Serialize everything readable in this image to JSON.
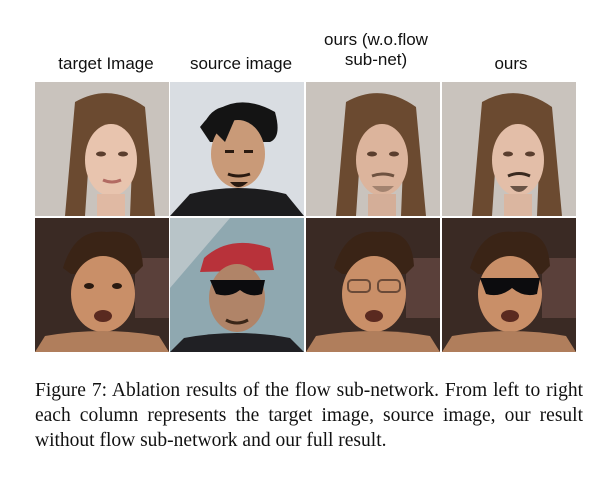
{
  "columns": [
    {
      "label": "target Image"
    },
    {
      "label": "source image"
    },
    {
      "label": "ours (w.o.flow\nsub-net)"
    },
    {
      "label": "ours"
    }
  ],
  "rows": [
    {
      "cells": [
        {
          "description": "woman face target"
        },
        {
          "description": "man with black hair source"
        },
        {
          "description": "woman face with beard w.o. flow"
        },
        {
          "description": "woman face with beard full"
        }
      ]
    },
    {
      "cells": [
        {
          "description": "smiling man target"
        },
        {
          "description": "man with sunglasses and red cap source"
        },
        {
          "description": "smiling man with faint glasses w.o. flow"
        },
        {
          "description": "smiling man with sunglasses full"
        }
      ]
    }
  ],
  "caption": "Figure 7: Ablation results of the flow sub-network. From left to right each column represents the target image, source image, our result without flow sub-network and our full result.",
  "colors": {
    "woman_bg": "#c9c3bd",
    "woman_hair": "#6b4a30",
    "woman_skin": "#e8c4ae",
    "man_bg": "#d9dde2",
    "man_hair": "#141414",
    "man_skin": "#c99a78",
    "smile_bg": "#3a2a24",
    "smile_hair": "#3a2416",
    "smile_skin": "#c98f68",
    "cap_red": "#b8323a",
    "sunglass": "#0c0c0e"
  }
}
